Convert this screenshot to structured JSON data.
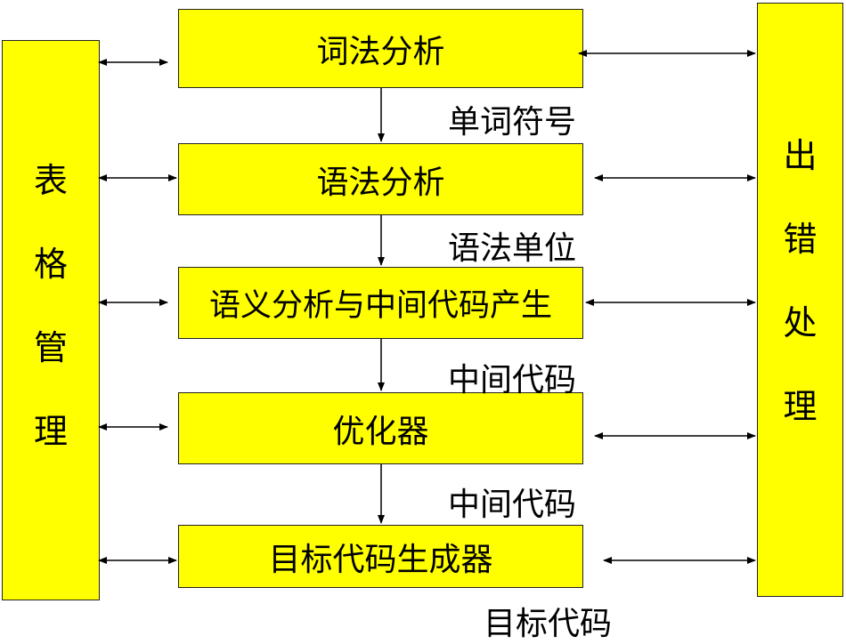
{
  "colors": {
    "box_fill": "#ffff00",
    "line": "#000000"
  },
  "left_panel": {
    "chars": [
      "表",
      "格",
      "管",
      "理"
    ]
  },
  "right_panel": {
    "chars": [
      "出",
      "错",
      "处",
      "理"
    ]
  },
  "stages": [
    "词法分析",
    "语法分析",
    "语义分析与中间代码产生",
    "优化器",
    "目标代码生成器"
  ],
  "flow_labels": [
    "单词符号",
    "语法单位",
    "中间代码",
    "中间代码",
    "目标代码"
  ]
}
